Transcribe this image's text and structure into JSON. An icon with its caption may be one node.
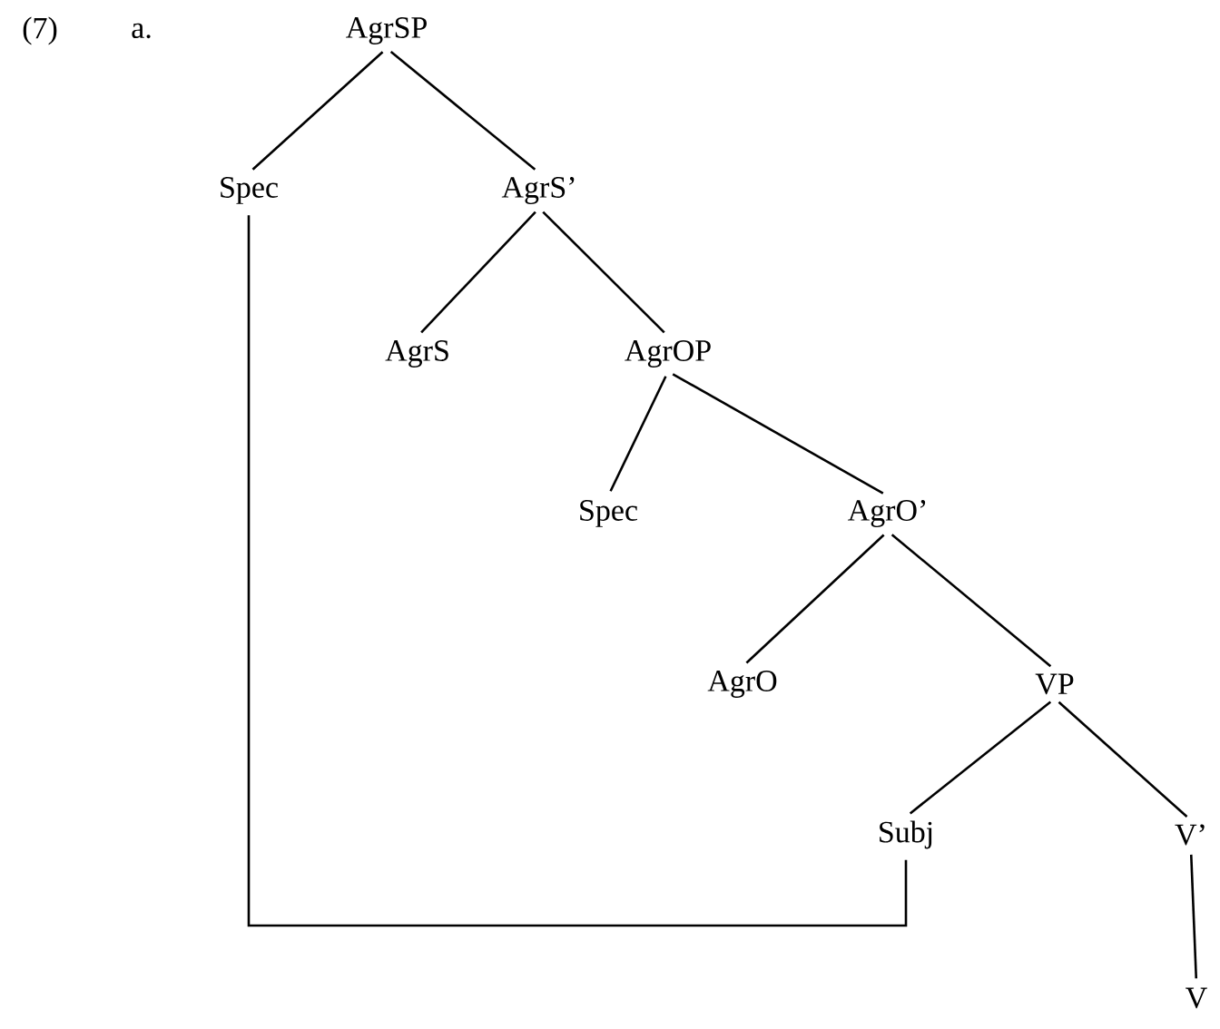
{
  "diagram": {
    "nodes": [
      {
        "text": [
          "AgrSP"
        ]
      },
      {
        "text": [
          "Spec"
        ]
      },
      {
        "text": [
          "AgrS’"
        ]
      },
      {
        "text": [
          "AgrS"
        ]
      },
      {
        "text": [
          "AgrOP"
        ]
      },
      {
        "text": [
          "Spec"
        ]
      },
      {
        "text": [
          "AgrO’"
        ]
      },
      {
        "text": [
          "AgrO"
        ]
      },
      {
        "text": [
          "VP"
        ]
      },
      {
        "text": [
          "Subj"
        ]
      },
      {
        "text": [
          "V’"
        ]
      },
      {
        "text": [
          "V"
        ]
      }
    ],
    "edges": [
      {
        "from": 0,
        "to": 1,
        "arrow": "none"
      },
      {
        "from": 0,
        "to": 2,
        "arrow": "none"
      },
      {
        "from": 2,
        "to": 3,
        "arrow": "none"
      },
      {
        "from": 2,
        "to": 4,
        "arrow": "none"
      },
      {
        "from": 4,
        "to": 5,
        "arrow": "none"
      },
      {
        "from": 4,
        "to": 6,
        "arrow": "none"
      },
      {
        "from": 6,
        "to": 7,
        "arrow": "none"
      },
      {
        "from": 6,
        "to": 8,
        "arrow": "none"
      },
      {
        "from": 8,
        "to": 9,
        "arrow": "none"
      },
      {
        "from": 8,
        "to": 10,
        "arrow": "none"
      },
      {
        "from": 10,
        "to": 11,
        "arrow": "none"
      },
      {
        "from": 1,
        "to": 9,
        "arrow": "none"
      }
    ],
    "labels": [
      "(7)",
      "a."
    ]
  }
}
